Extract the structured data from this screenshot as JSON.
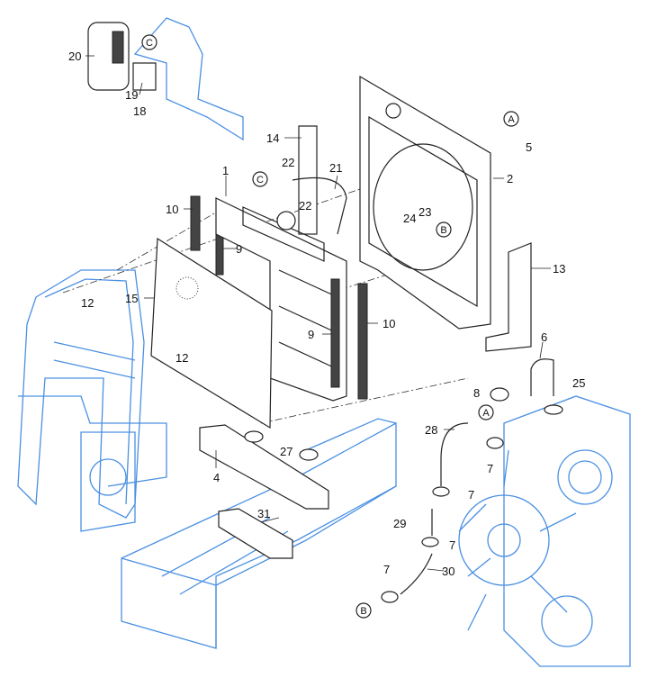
{
  "labels": [
    "20",
    "19",
    "18",
    "14",
    "22",
    "21",
    "1",
    "10",
    "22",
    "9",
    "24",
    "23",
    "2",
    "5",
    "13",
    "15",
    "12",
    "12",
    "9",
    "10",
    "6",
    "8",
    "25",
    "28",
    "27",
    "4",
    "7",
    "7",
    "31",
    "29",
    "7",
    "7",
    "30"
  ],
  "refs": [
    "C",
    "C",
    "A",
    "B",
    "A",
    "B"
  ],
  "colors": {
    "parts": "#222222",
    "context": "#4a90e2"
  }
}
